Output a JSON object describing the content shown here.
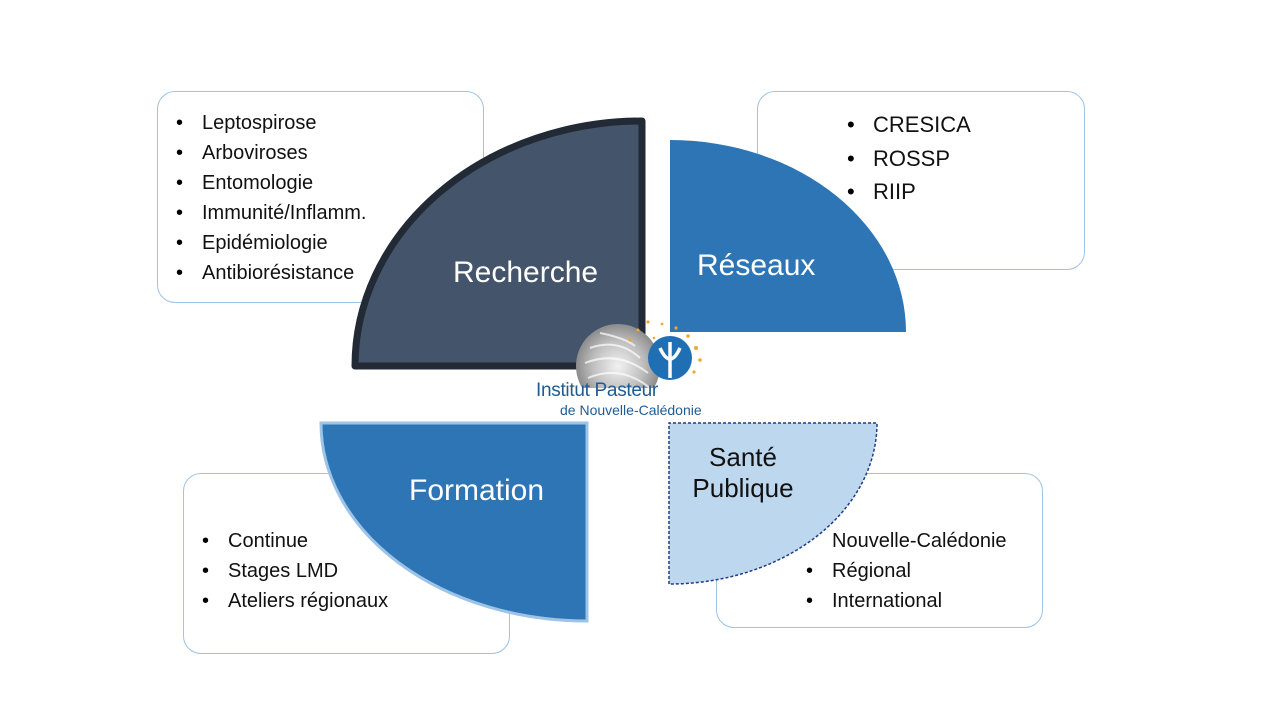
{
  "quadrants": {
    "recherche": {
      "label": "Recherche",
      "fill": "#44546a",
      "items": [
        "Leptospirose",
        "Arboviroses",
        "Entomologie",
        "Immunité/Inflamm.",
        "Epidémiologie",
        "Antibiorésistance"
      ]
    },
    "reseaux": {
      "label": "Réseaux",
      "fill": "#2e75b6",
      "items": [
        "CRESICA",
        "ROSSP",
        "RIIP"
      ]
    },
    "formation": {
      "label": "Formation",
      "fill": "#2e75b6",
      "items": [
        "Continue",
        "Stages LMD",
        "Ateliers régionaux"
      ]
    },
    "sante": {
      "label": "Santé Publique",
      "fill": "#bdd7ee",
      "items": [
        "Nouvelle-Calédonie",
        "Régional",
        "International"
      ]
    }
  },
  "logo": {
    "name": "Institut Pasteur",
    "subtitle": "de Nouvelle-Calédonie",
    "accent": "#1f5b93"
  }
}
